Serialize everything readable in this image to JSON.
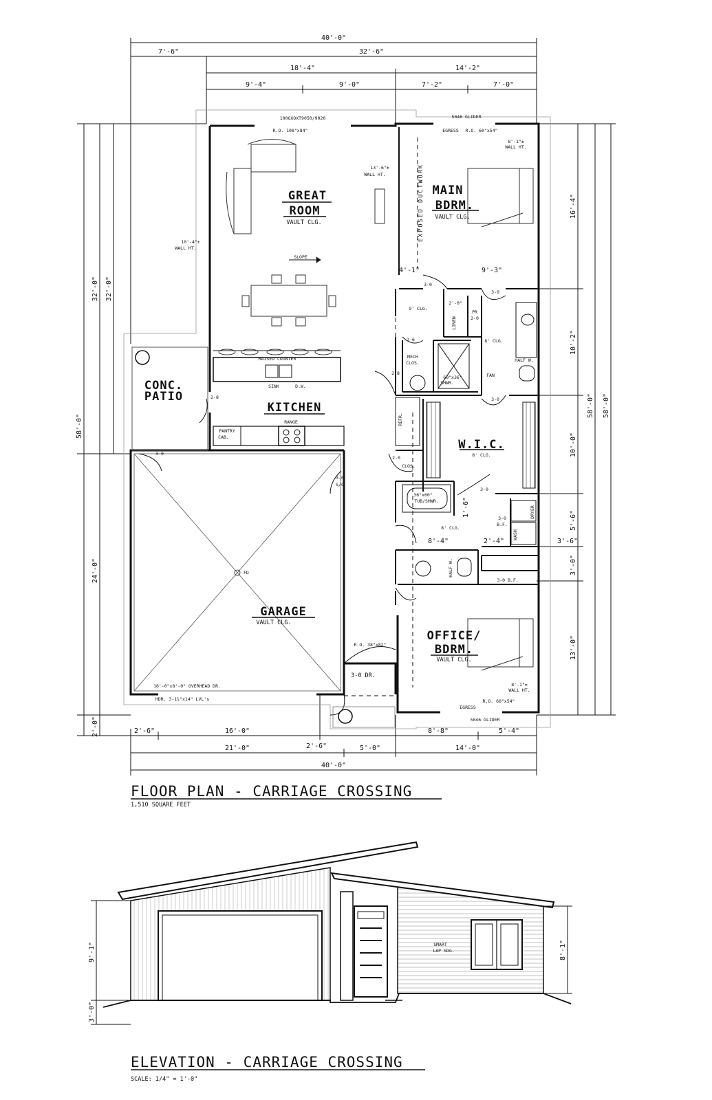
{
  "dimensions": {
    "top_overall": "40'-0\"",
    "top_left": "7'-6\"",
    "top_right": "32'-6\"",
    "top_mid_left": "18'-4\"",
    "top_mid_right": "14'-2\"",
    "seg_1": "9'-4\"",
    "seg_2": "9'-0\"",
    "seg_3": "7'-2\"",
    "seg_4": "7'-0\"",
    "left_outer": "58'-0\"",
    "left_32a": "32'-0\"",
    "left_32b": "32'-0\"",
    "left_24": "24'-0\"",
    "left_2": "2'-0\"",
    "right_outer": "58'-0\"",
    "right_58": "58'-0\"",
    "right_16_4": "16'-4\"",
    "right_10_2": "10'-2\"",
    "right_10_0": "10'-0\"",
    "right_5_6": "5'-6\"",
    "right_3_0": "3'-0\"",
    "right_13_0": "13'-0\"",
    "bot_2_6a": "2'-6\"",
    "bot_16": "16'-0\"",
    "bot_2_6b": "2'-6\"",
    "bot_21": "21'-0\"",
    "bot_5": "5'-0\"",
    "bot_8_8": "8'-8\"",
    "bot_5_4": "5'-4\"",
    "bot_14": "14'-0\"",
    "bot_overall": "40'-0\"",
    "int_4_1": "4'-1\"",
    "int_9_3": "9'-3\"",
    "int_2_0": "2'-0\"",
    "int_1_6": "1'-6\"",
    "int_8_4": "8'-4\"",
    "int_2_4": "2'-4\"",
    "int_3_6": "3'-6\""
  },
  "rooms": {
    "great_room_1": "GREAT",
    "great_room_2": "ROOM",
    "great_room_sub": "VAULT CLG.",
    "main_bdrm_1": "MAIN",
    "main_bdrm_2": "BDRM.",
    "main_bdrm_sub": "VAULT CLG.",
    "kitchen": "KITCHEN",
    "patio_1": "CONC.",
    "patio_2": "PATIO",
    "wic": "W.I.C.",
    "wic_sub": "8' CLG.",
    "garage": "GARAGE",
    "garage_sub": "VAULT CLG.",
    "office_1": "OFFICE/",
    "office_2": "BDRM.",
    "office_sub": "VAULT CLG."
  },
  "notes": {
    "top_window": "100GXOXT9050/9020",
    "top_ro": "R.O. 108\"x84\"",
    "glider_top": "5046 GLIDER",
    "egress_top": "EGRESS",
    "ro_top_right": "R.O. 60\"x54\"",
    "wall_ht_main": "8'-1\"±",
    "wall_ht_main_2": "WALL HT.",
    "wall_ht_great": "13'-6\"±",
    "wall_ht_great_2": "WALL HT.",
    "wall_ht_left": "10'-4\"±",
    "wall_ht_left_2": "WALL HT.",
    "exposed": "EXPOSED DUCTWORK",
    "slope": "SLOPE",
    "raised_counter": "RAISED COUNTER",
    "sink": "SINK",
    "dw": "D.W.",
    "range": "RANGE",
    "pantry_1": "PANTRY",
    "pantry_2": "CAB.",
    "refr": "REFR.",
    "clos": "CLOS.",
    "door_2_8": "2-8",
    "door_3_0a": "3-0",
    "door_3_0b": "3-0",
    "door_3_0c": "3-0",
    "door_3_0d": "3-0",
    "door_3_0e": "3-0",
    "door_3_0f": "3-0",
    "door_2_6": "2-6",
    "door_2_0": "2-0",
    "door_2_8b": "2-8",
    "sc": "S/C",
    "clg_9": "9' CLG.",
    "clg_8a": "8' CLG.",
    "clg_8b": "8' CLG.",
    "linen": "LINEN",
    "pr": "PR",
    "pr_2": "2-0",
    "mech_1": "MECH",
    "mech_2": "CLOS.",
    "half_wall": "HALF W.",
    "half_wall_2": "HALF W.",
    "fan": "FAN",
    "shower": "60\"x36\"",
    "shower_2": "SHWR.",
    "tub": "36\"x60\"",
    "tub_2": "TUB/SHWR.",
    "bf_1": "3-0",
    "bf_1b": "B.F.",
    "bf_2": "3-0 B.F.",
    "dryer": "DRYER",
    "wash": "WASH",
    "door_3_0_dr": "3-0 DR.",
    "ro_bottom": "R.O. 38\"x82\"",
    "overhead": "16'-0\"x8'-0\" OVERHEAD DR.",
    "hdr": "HDR. 3-1¾\"x14\" LVL's",
    "fd": "FD",
    "glider_bottom": "5046 GLIDER",
    "egress_bottom": "EGRESS",
    "ro_bottom_right": "R.O. 60\"x54\"",
    "wall_ht_office": "8'-1\"±",
    "wall_ht_office_2": "WALL HT.",
    "smart_1": "SMART",
    "smart_2": "LAP SDG."
  },
  "elevation": {
    "left_9_1": "9'-1\"",
    "left_3_0": "3'-0\"",
    "right_8_1": "8'-1\""
  },
  "titles": {
    "floor_plan": "FLOOR PLAN - CARRIAGE CROSSING",
    "square_feet": "1,510 SQUARE FEET",
    "elevation": "ELEVATION - CARRIAGE CROSSING",
    "scale": "SCALE: 1/4\" = 1'-0\""
  }
}
